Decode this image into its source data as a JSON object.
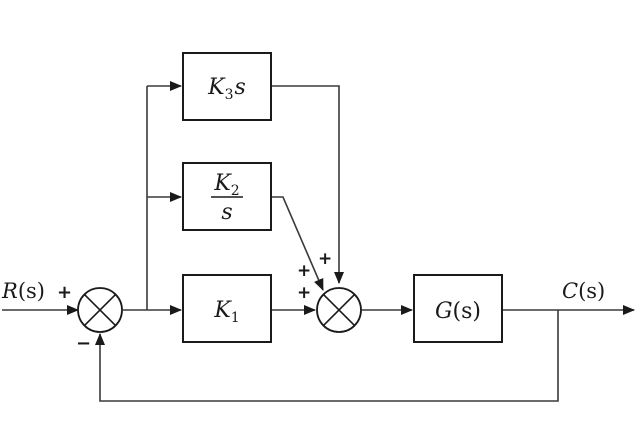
{
  "diagram": {
    "input": {
      "var": "R",
      "arg": "(s)"
    },
    "output": {
      "var": "C",
      "arg": "(s)"
    },
    "summer1": {
      "plus_sign": "+",
      "minus_sign": "−"
    },
    "summer2": {
      "signs": [
        "+",
        "+",
        "+"
      ]
    },
    "blocks": {
      "k3s": {
        "base": "K",
        "sub": "3",
        "tail": "s"
      },
      "k2_over_s": {
        "num_base": "K",
        "num_sub": "2",
        "den": "s"
      },
      "k1": {
        "base": "K",
        "sub": "1"
      },
      "plant": {
        "var": "G",
        "arg": "(s)"
      }
    },
    "colors": {
      "line": "#3a3a3a",
      "stroke": "#1a1a1a",
      "background": "#ffffff"
    }
  }
}
